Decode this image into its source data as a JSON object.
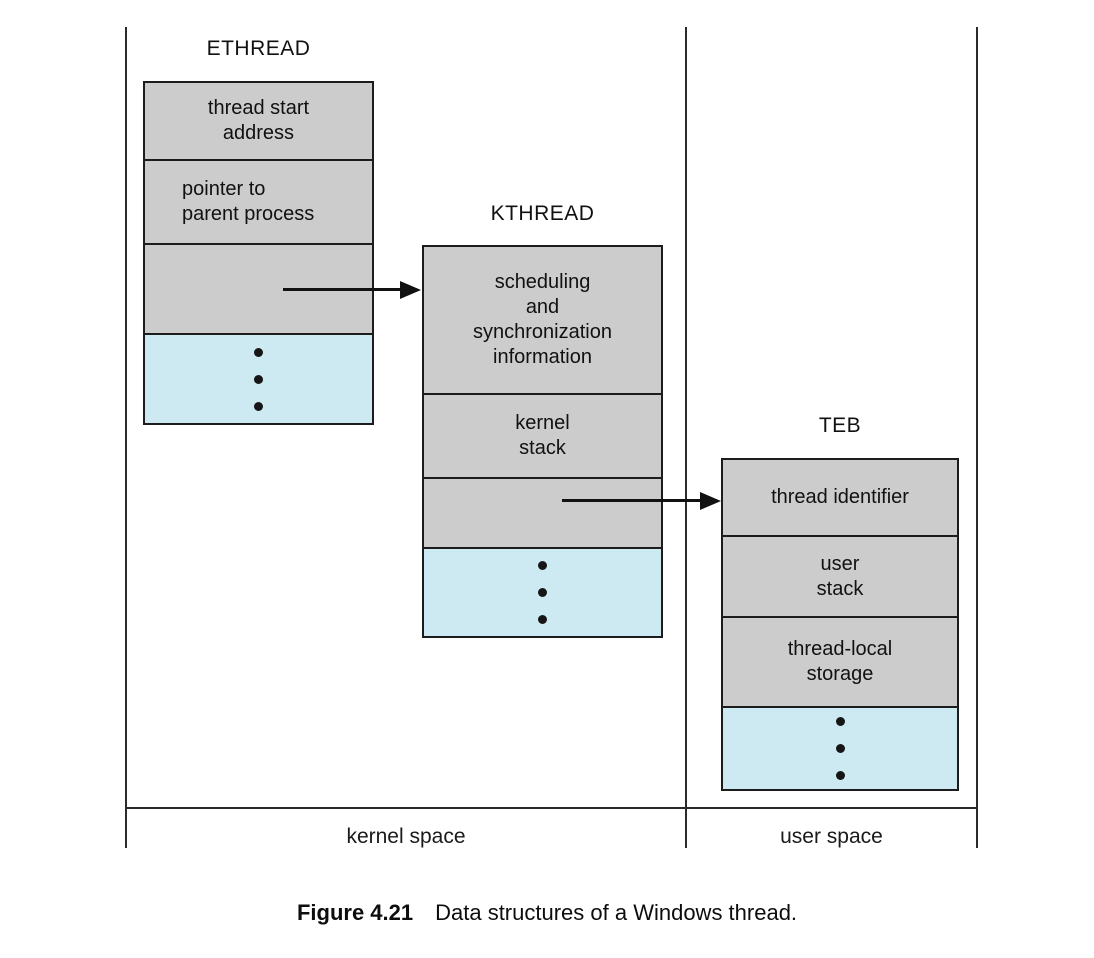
{
  "figure": {
    "caption_label": "Figure 4.21",
    "caption_text": "Data structures of a Windows thread."
  },
  "regions": {
    "kernel_label": "kernel space",
    "user_label": "user space"
  },
  "colors": {
    "field_gray": "#cccccc",
    "field_blue": "#cde9f2",
    "line_black": "#1c1c1c"
  },
  "structures": {
    "ethread": {
      "title": "ETHREAD",
      "fields": [
        {
          "label": "thread start\naddress"
        },
        {
          "label": "pointer to\nparent process"
        },
        {
          "label": ""
        },
        {
          "label": "",
          "ellipsis": true
        }
      ]
    },
    "kthread": {
      "title": "KTHREAD",
      "fields": [
        {
          "label": "scheduling\nand\nsynchronization\ninformation"
        },
        {
          "label": "kernel\nstack"
        },
        {
          "label": ""
        },
        {
          "label": "",
          "ellipsis": true
        }
      ]
    },
    "teb": {
      "title": "TEB",
      "fields": [
        {
          "label": "thread identifier"
        },
        {
          "label": "user\nstack"
        },
        {
          "label": "thread-local\nstorage"
        },
        {
          "label": "",
          "ellipsis": true
        }
      ]
    }
  }
}
